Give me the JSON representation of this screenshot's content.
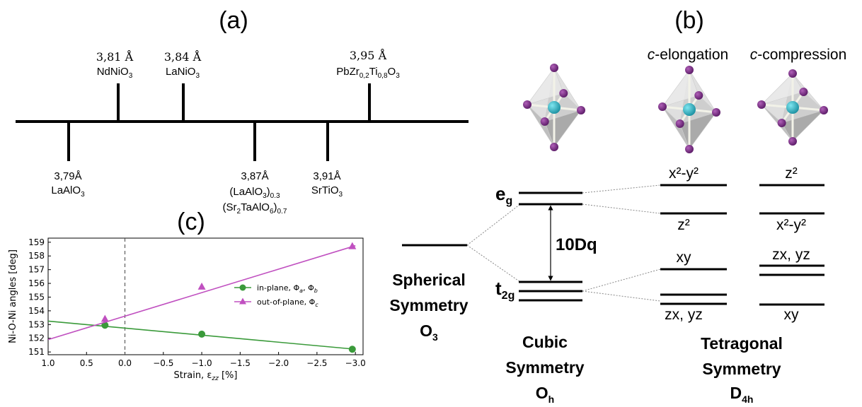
{
  "panel_a": {
    "label": "(a)",
    "above": [
      {
        "lattice": "3,81 Å",
        "name": "NdNiO",
        "sub": "3"
      },
      {
        "lattice": "3,84 Å",
        "name": "LaNiO",
        "sub": "3"
      },
      {
        "lattice": "3,95 Å",
        "name": "PbZr",
        "sub": "0,2",
        "name2": "Ti",
        "sub2": "0,8",
        "name3": "O",
        "sub3": "3"
      }
    ],
    "below": [
      {
        "lattice": "3,79Å",
        "name": "LaAlO",
        "sub": "3"
      },
      {
        "lattice": "3,87Å",
        "line1": "(LaAlO",
        "line1_sub": "3",
        "line1_end": ")",
        "line1_sub2": "0.3",
        "line2": "(Sr",
        "line2_sub": "2",
        "line2_mid": "TaAlO",
        "line2_sub_b": "6",
        "line2_end": ")",
        "line2_sub2": "0.7"
      },
      {
        "lattice": "3,91Å",
        "name": "SrTiO",
        "sub": "3"
      }
    ]
  },
  "panel_b": {
    "label": "(b)",
    "c_elongation": {
      "italic": "c",
      "rest": "-elongation"
    },
    "c_compression": {
      "italic": "c",
      "rest": "-compression"
    },
    "eg": {
      "main": "e",
      "sub": "g"
    },
    "t2g": {
      "main": "t",
      "sub": "2g"
    },
    "gap": "10Dq",
    "spherical": {
      "line1": "Spherical",
      "line2": "Symmetry",
      "sym": "O",
      "sym_sub": "3"
    },
    "cubic": {
      "line1": "Cubic",
      "line2": "Symmetry",
      "sym": "O",
      "sym_sub": "h"
    },
    "tetragonal": {
      "line1": "Tetragonal",
      "line2": "Symmetry",
      "sym": "D",
      "sym_sub": "4h"
    },
    "elong_levels": {
      "x2y2": "x²-y²",
      "z2": "z²",
      "xy": "xy",
      "zxyz": "zx, yz"
    },
    "comp_levels": {
      "z2": "z²",
      "x2y2": "x²-y²",
      "zxyz": "zx, yz",
      "xy": "xy"
    }
  },
  "panel_c": {
    "label": "(c)"
  },
  "chart_data": {
    "type": "line",
    "xlabel": "Strain, ε",
    "xlabel_sub": "zz",
    "xlabel_unit": " [%]",
    "ylabel": "Ni-O-Ni angles [deg]",
    "xlim": [
      1.0,
      -3.1
    ],
    "ylim": [
      150.8,
      159.3
    ],
    "x_ticks": [
      1.0,
      0.5,
      0.0,
      -0.5,
      -1.0,
      -1.5,
      -2.0,
      -2.5,
      -3.0
    ],
    "x_tick_labels": [
      "1.0",
      "0.5",
      "0.0",
      "−0.5",
      "−1.0",
      "−1.5",
      "−2.0",
      "−2.5",
      "−3.0"
    ],
    "y_ticks": [
      151,
      152,
      153,
      154,
      155,
      156,
      157,
      158,
      159
    ],
    "y_tick_labels": [
      "151",
      "152",
      "153",
      "154",
      "155",
      "156",
      "157",
      "158",
      "159"
    ],
    "vline_x": 0.0,
    "legend_position": "center-right",
    "series": [
      {
        "name": "in-plane, Φ",
        "name_subs": [
          "a",
          "b"
        ],
        "color": "#3a9a3a",
        "marker": "circle",
        "x": [
          0.26,
          -1.0,
          -2.96
        ],
        "y": [
          152.95,
          152.3,
          151.2
        ],
        "fit_x": [
          1.0,
          -3.0
        ],
        "fit_y": [
          153.25,
          151.2
        ]
      },
      {
        "name": "out-of-plane, Φ",
        "name_subs": [
          "c"
        ],
        "color": "#c050c0",
        "marker": "triangle",
        "x": [
          0.26,
          -1.0,
          -2.96
        ],
        "y": [
          153.4,
          155.75,
          158.7
        ],
        "fit_x": [
          1.0,
          -3.0
        ],
        "fit_y": [
          151.9,
          158.75
        ]
      }
    ]
  }
}
